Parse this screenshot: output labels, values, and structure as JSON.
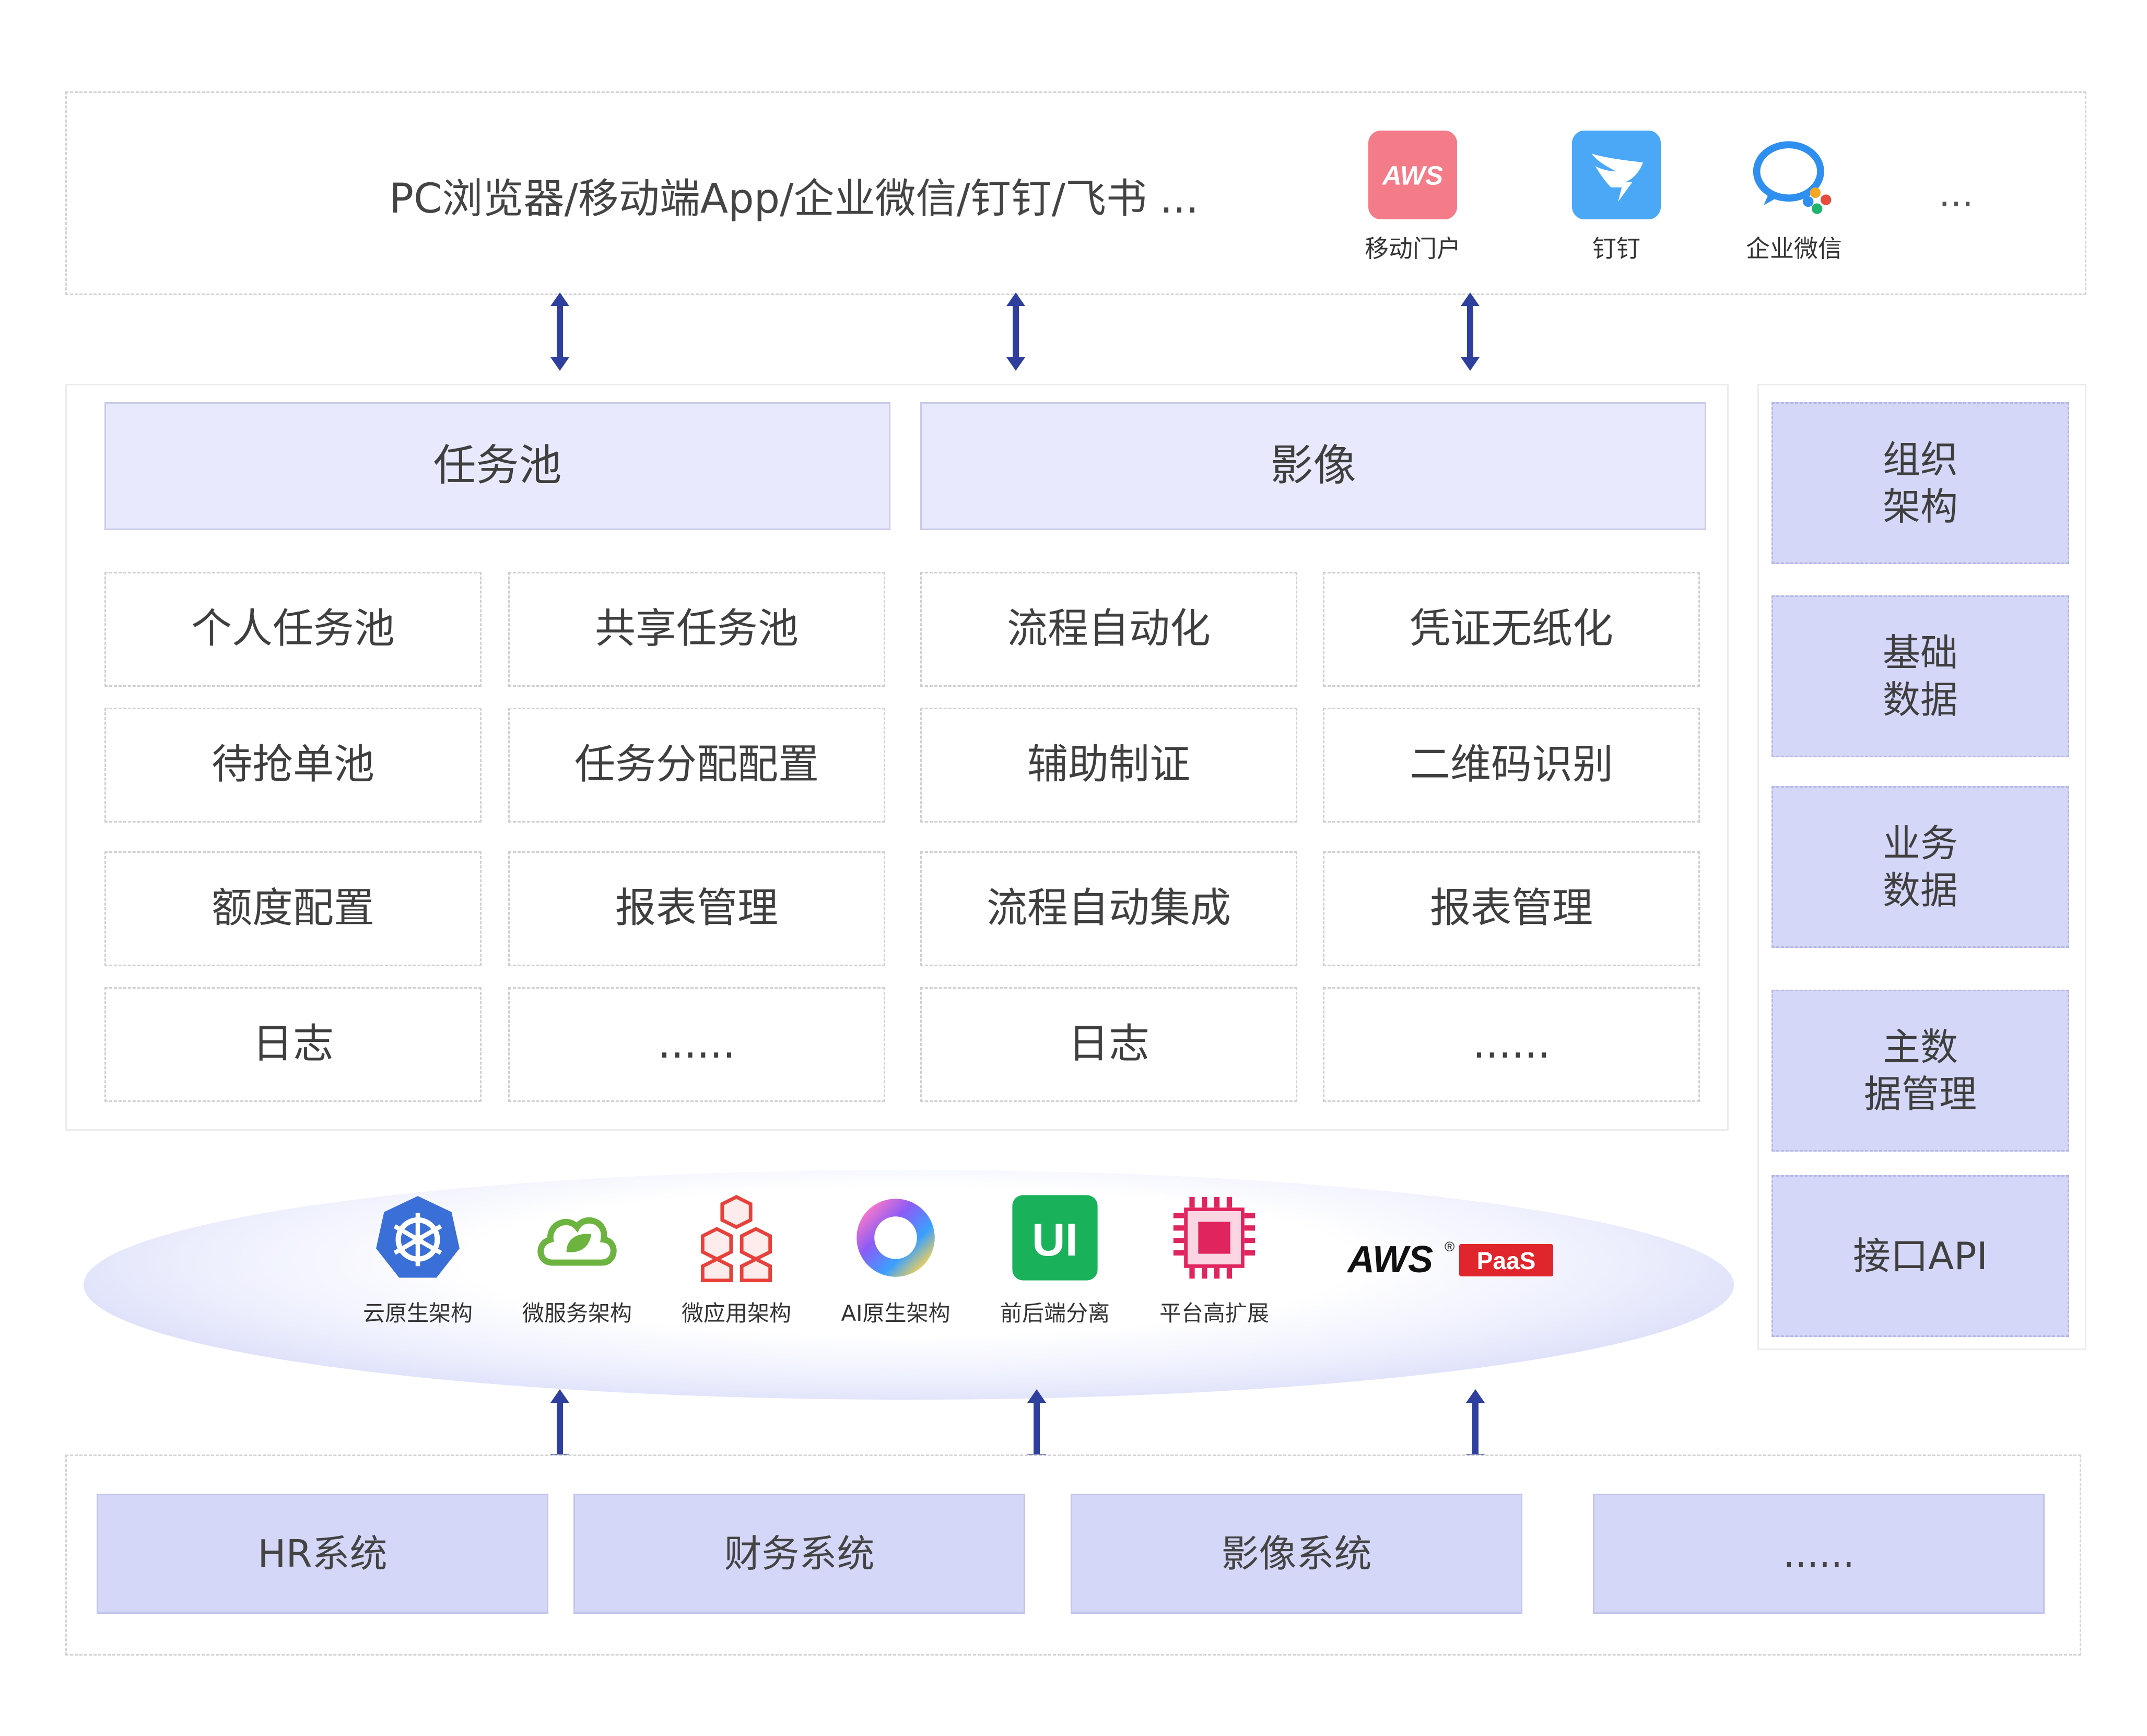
{
  "channels": {
    "title": "PC浏览器/移动端App/企业微信/钉钉/飞书 ...",
    "clients": [
      {
        "label": "移动门户",
        "icon": "aws-mobile-portal-icon",
        "badge_text": "AWS",
        "color": "#f47c89"
      },
      {
        "label": "钉钉",
        "icon": "dingtalk-icon",
        "color": "#4aa8f6"
      },
      {
        "label": "企业微信",
        "icon": "wecom-icon",
        "color": "#2f8ff0"
      }
    ],
    "more": "..."
  },
  "task_pool": {
    "header": "任务池",
    "cells": [
      "个人任务池",
      "共享任务池",
      "待抢单池",
      "任务分配配置",
      "额度配置",
      "报表管理",
      "日志",
      "......"
    ]
  },
  "imaging": {
    "header": "影像",
    "cells": [
      "流程自动化",
      "凭证无纸化",
      "辅助制证",
      "二维码识别",
      "流程自动集成",
      "报表管理",
      "日志",
      "......"
    ]
  },
  "sidebar": {
    "items": [
      "组织\n架构",
      "基础\n数据",
      "业务\n数据",
      "主数\n据管理",
      "接口API"
    ]
  },
  "tech": {
    "items": [
      {
        "label": "云原生架构",
        "icon": "kubernetes-icon",
        "color": "#3b6fd8"
      },
      {
        "label": "微服务架构",
        "icon": "spring-cloud-icon",
        "color": "#6db33f"
      },
      {
        "label": "微应用架构",
        "icon": "cubes-icon",
        "color": "#e8413b"
      },
      {
        "label": "AI原生架构",
        "icon": "ai-ring-icon",
        "color": "#8b5cf6"
      },
      {
        "label": "前后端分离",
        "icon": "ui-icon",
        "badge_text": "UI",
        "color": "#19b15a"
      },
      {
        "label": "平台高扩展",
        "icon": "chip-icon",
        "color": "#e0245e"
      }
    ],
    "brand": {
      "aws": "AWS",
      "reg": "®",
      "paas": "PaaS",
      "paas_color": "#e0262c"
    }
  },
  "systems": {
    "items": [
      "HR系统",
      "财务系统",
      "影像系统",
      "......"
    ]
  },
  "colors": {
    "arrow": "#2f3f9e",
    "header_fill": "#e8e9fc",
    "side_fill": "#d5d7f8"
  }
}
